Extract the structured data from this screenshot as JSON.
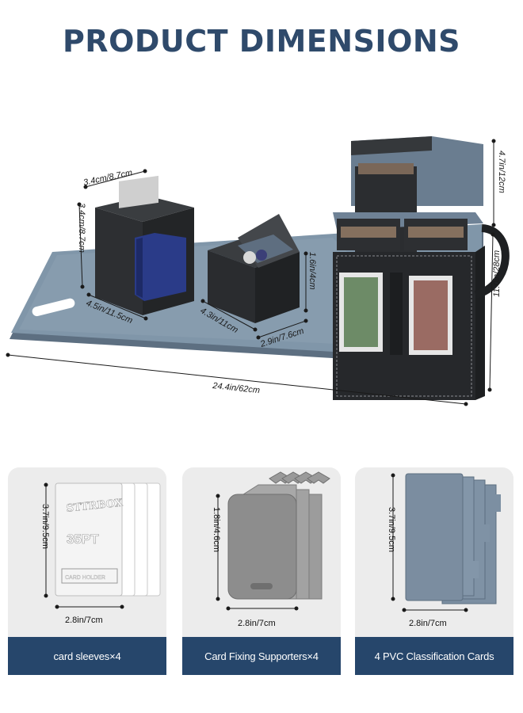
{
  "title": "PRODUCT DIMENSIONS",
  "dimensions": {
    "deck_box_width": "3.4cm/8.7cm",
    "deck_box_height": "3.4cm/8.7cm",
    "deck_box_depth": "4.5in/11.5cm",
    "dice_box_depth": "4.3in/11cm",
    "dice_box_height": "1.6in/4cm",
    "dice_box_width": "2.9in/7.6cm",
    "storage_height": "4.7in/12cm",
    "mat_depth": "11.0in/28cm",
    "mat_length": "24.4in/62cm"
  },
  "panels": [
    {
      "label": "card sleeves×4",
      "card_text": "STTRBOX",
      "card_pt": "35PT",
      "card_holder": "CARD HOLDER",
      "height": "3.7in/9.5cm",
      "width": "2.8in/7cm"
    },
    {
      "label": "Card Fixing Supporters×4",
      "height": "1.8in/4.6cm",
      "width": "2.8in/7cm"
    },
    {
      "label": "4 PVC Classification Cards",
      "height": "3.7in/9.5cm",
      "width": "2.8in/7cm"
    }
  ],
  "colors": {
    "title": "#2f4a6b",
    "footer": "#26466b",
    "mat": "#7f93a6",
    "box": "#2b2d30"
  }
}
